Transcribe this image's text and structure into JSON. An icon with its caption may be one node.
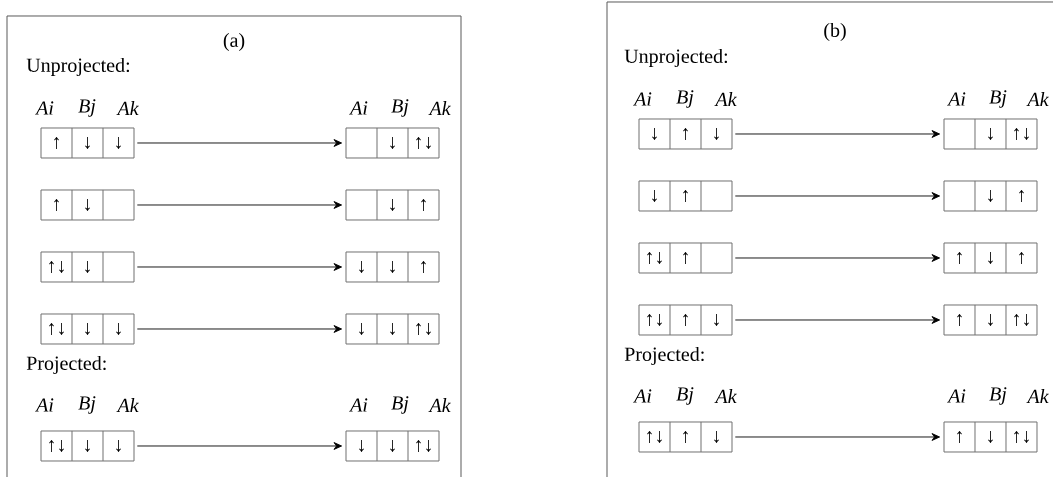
{
  "diagram": {
    "nodes": [
      {
        "text": [
          "(a)"
        ]
      },
      {
        "text": [],
        "shape": "box",
        "in": 0
      },
      {
        "text": [
          "↑"
        ],
        "in": 1
      },
      {
        "text": [
          "↓"
        ],
        "in": 1
      },
      {
        "text": [
          "↓"
        ],
        "in": 1
      },
      {
        "text": [],
        "shape": "box",
        "in": 0
      },
      {
        "text": [],
        "shape": "box",
        "in": 5
      },
      {
        "text": [
          "↓"
        ],
        "in": 5
      },
      {
        "text": [
          "↑↓"
        ],
        "in": 5
      },
      {
        "text": [],
        "shape": "box",
        "in": 0
      },
      {
        "text": [
          "↑"
        ],
        "in": 9
      },
      {
        "text": [
          "↓"
        ],
        "in": 9
      },
      {
        "text": [],
        "shape": "box",
        "in": 9
      },
      {
        "text": [],
        "shape": "box",
        "in": 0
      },
      {
        "text": [],
        "shape": "box",
        "in": 13
      },
      {
        "text": [
          "↓"
        ],
        "in": 13
      },
      {
        "text": [
          "↑"
        ],
        "in": 13
      },
      {
        "text": [],
        "shape": "box",
        "in": 0
      },
      {
        "text": [
          "↑↓"
        ],
        "in": 17
      },
      {
        "text": [
          "↓"
        ],
        "in": 17
      },
      {
        "text": [],
        "shape": "box",
        "in": 17
      },
      {
        "text": [],
        "shape": "box",
        "in": 0
      },
      {
        "text": [
          "↓"
        ],
        "in": 21
      },
      {
        "text": [
          "↓"
        ],
        "in": 21
      },
      {
        "text": [
          "↑"
        ],
        "in": 21
      },
      {
        "text": [],
        "shape": "box",
        "in": 0
      },
      {
        "text": [
          "↑↓"
        ],
        "in": 25
      },
      {
        "text": [
          "↓"
        ],
        "in": 25
      },
      {
        "text": [
          "↓"
        ],
        "in": 25
      },
      {
        "text": [],
        "shape": "box",
        "in": 0
      },
      {
        "text": [
          "↓"
        ],
        "in": 29
      },
      {
        "text": [
          "↓"
        ],
        "in": 29
      },
      {
        "text": [
          "↑↓"
        ],
        "in": 29
      },
      {
        "text": [],
        "shape": "box",
        "in": 0
      },
      {
        "text": [
          "↑↓"
        ],
        "in": 33
      },
      {
        "text": [
          "↓"
        ],
        "in": 33
      },
      {
        "text": [
          "↓"
        ],
        "in": 33
      },
      {
        "text": [],
        "shape": "box",
        "in": 0
      },
      {
        "text": [
          "↓"
        ],
        "in": 37
      },
      {
        "text": [
          "↓"
        ],
        "in": 37
      },
      {
        "text": [
          "↑↓"
        ],
        "in": 37
      },
      {
        "text": [
          "(b)"
        ]
      },
      {
        "text": [],
        "shape": "box",
        "in": 41
      },
      {
        "text": [
          "↓"
        ],
        "in": 42
      },
      {
        "text": [
          "↑"
        ],
        "in": 42
      },
      {
        "text": [
          "↓"
        ],
        "in": 42
      },
      {
        "text": [],
        "shape": "box",
        "in": 41
      },
      {
        "text": [],
        "shape": "box",
        "in": 46
      },
      {
        "text": [
          "↓"
        ],
        "in": 46
      },
      {
        "text": [
          "↑↓"
        ],
        "in": 46
      },
      {
        "text": [],
        "shape": "box",
        "in": 41
      },
      {
        "text": [
          "↓"
        ],
        "in": 50
      },
      {
        "text": [
          "↑"
        ],
        "in": 50
      },
      {
        "text": [],
        "shape": "box",
        "in": 50
      },
      {
        "text": [],
        "shape": "box",
        "in": 41
      },
      {
        "text": [],
        "shape": "box",
        "in": 54
      },
      {
        "text": [
          "↓"
        ],
        "in": 54
      },
      {
        "text": [
          "↑"
        ],
        "in": 54
      },
      {
        "text": [],
        "shape": "box",
        "in": 41
      },
      {
        "text": [
          "↑↓"
        ],
        "in": 58
      },
      {
        "text": [
          "↑"
        ],
        "in": 58
      },
      {
        "text": [],
        "shape": "box",
        "in": 58
      },
      {
        "text": [],
        "shape": "box",
        "in": 41
      },
      {
        "text": [
          "↑"
        ],
        "in": 62
      },
      {
        "text": [
          "↓"
        ],
        "in": 62
      },
      {
        "text": [
          "↑"
        ],
        "in": 62
      },
      {
        "text": [],
        "shape": "box",
        "in": 41
      },
      {
        "text": [
          "↑↓"
        ],
        "in": 66
      },
      {
        "text": [
          "↑"
        ],
        "in": 66
      },
      {
        "text": [
          "↓"
        ],
        "in": 66
      },
      {
        "text": [],
        "shape": "box",
        "in": 41
      },
      {
        "text": [
          "↑"
        ],
        "in": 70
      },
      {
        "text": [
          "↓"
        ],
        "in": 70
      },
      {
        "text": [
          "↑↓"
        ],
        "in": 70
      },
      {
        "text": [],
        "shape": "box",
        "in": 41
      },
      {
        "text": [
          "↑↓"
        ],
        "in": 74
      },
      {
        "text": [
          "↑"
        ],
        "in": 74
      },
      {
        "text": [
          "↓"
        ],
        "in": 74
      },
      {
        "text": [],
        "shape": "box",
        "in": 41
      },
      {
        "text": [
          "↑"
        ],
        "in": 78
      },
      {
        "text": [
          "↓"
        ],
        "in": 78
      },
      {
        "text": [
          "↑↓"
        ],
        "in": 78
      }
    ],
    "edges": [
      {
        "from": 1,
        "to": 5,
        "arrow": "to"
      },
      {
        "from": 9,
        "to": 13,
        "arrow": "to"
      },
      {
        "from": 17,
        "to": 21,
        "arrow": "to"
      },
      {
        "from": 25,
        "to": 29,
        "arrow": "to"
      },
      {
        "from": 33,
        "to": 37,
        "arrow": "to"
      },
      {
        "from": 42,
        "to": 46,
        "arrow": "to"
      },
      {
        "from": 50,
        "to": 54,
        "arrow": "to"
      },
      {
        "from": 58,
        "to": 62,
        "arrow": "to"
      },
      {
        "from": 66,
        "to": 70,
        "arrow": "to"
      },
      {
        "from": 74,
        "to": 78,
        "arrow": "to"
      }
    ],
    "labels": [
      "Unprojected:",
      "Ai",
      "Bj",
      "Ak",
      "Ai",
      "Bj",
      "Ak",
      "Projected:",
      "Ai",
      "Bj",
      "Ak",
      "Ai",
      "Bj",
      "Ak",
      "Unprojected:",
      "Ai",
      "Bj",
      "Ak",
      "Ai",
      "Bj",
      "Ak",
      "Projected:",
      "Ai",
      "Bj",
      "Ak",
      "Ai",
      "Bj",
      "Ak"
    ]
  }
}
